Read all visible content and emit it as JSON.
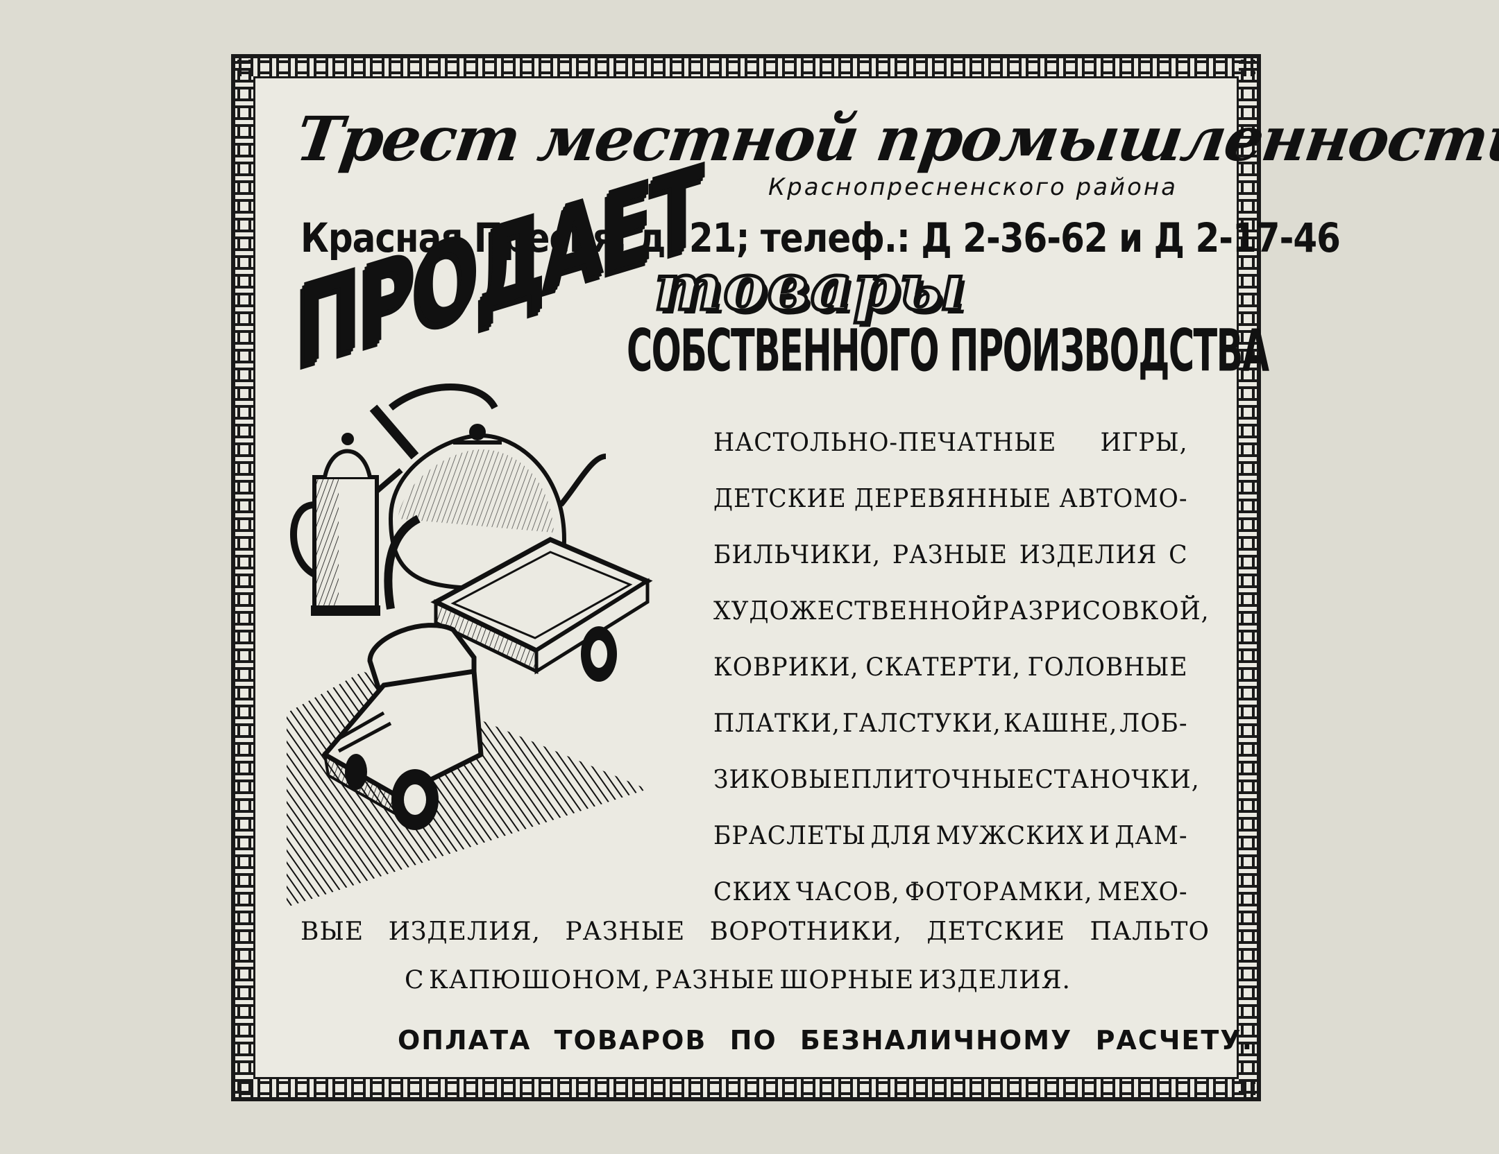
{
  "ad": {
    "title": "Трест местной промышленности",
    "subtitle": "Краснопресненского района",
    "address": "Красная Пресня, д. 21; телеф.: Д 2-36-62 и Д 2-17-46",
    "sells": "ПРОДАЕТ",
    "goods": "товары",
    "own_production": "СОБСТВЕННОГО ПРОИЗВОДСТВА",
    "body_lines": [
      "НАСТОЛЬНО-ПЕЧАТНЫЕ ИГРЫ,",
      "ДЕТСКИЕ ДЕРЕВЯННЫЕ АВТОМО-",
      "БИЛЬЧИКИ, РАЗНЫЕ ИЗДЕЛИЯ С",
      "ХУДОЖЕСТВЕННОЙ РАЗРИСОВКОЙ,",
      "КОВРИКИ, СКАТЕРТИ, ГОЛОВНЫЕ",
      "ПЛАТКИ, ГАЛСТУКИ, КАШНЕ, ЛОБ-",
      "ЗИКОВЫЕ ПЛИТОЧНЫЕ СТАНОЧКИ,",
      "БРАСЛЕТЫ ДЛЯ МУЖСКИХ И ДАМ-",
      "СКИХ ЧАСОВ, ФОТОРАМКИ, МЕХО-"
    ],
    "wide_line": "ВЫЕ ИЗДЕЛИЯ, РАЗНЫЕ ВОРОТНИКИ, ДЕТСКИЕ ПАЛЬТО",
    "center_line": "С КАПЮШОНОМ, РАЗНЫЕ ШОРНЫЕ ИЗДЕЛИЯ.",
    "payment": "ОПЛАТА ТОВАРОВ ПО БЕЗНАЛИЧНОМУ РАСЧЕТУ."
  },
  "illustration": {
    "icons": [
      "coffee-pot-icon",
      "kettle-icon",
      "toy-truck-icon"
    ]
  },
  "colors": {
    "ink": "#111111",
    "paper": "#ebeae2",
    "background": "#dddcd2"
  }
}
